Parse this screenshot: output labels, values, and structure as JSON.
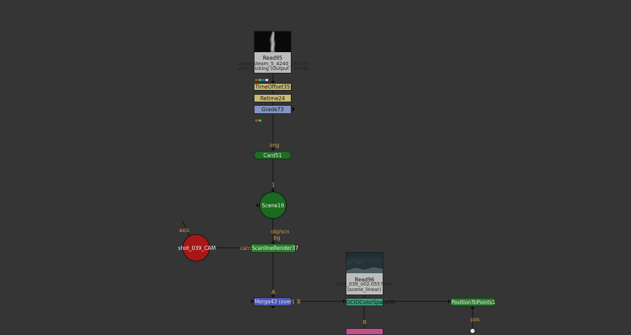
{
  "nodes": {
    "read95": {
      "name": "Read95",
      "file": "Large_Steam_5_4240_2K.mov",
      "colorspace": "color_picking (Output - sRGB)"
    },
    "timeoffset35": {
      "name": "TimeOffset35"
    },
    "retime24": {
      "name": "Retime24"
    },
    "grade73": {
      "name": "Grade73"
    },
    "card51": {
      "name": "Card51"
    },
    "scene19": {
      "name": "Scene19"
    },
    "scanlinerender37": {
      "name": "ScanlineRender37"
    },
    "camera": {
      "name": "shot_039_CAM"
    },
    "read96": {
      "name": "Read96",
      "file": "shot_039_v02.0557.exr",
      "colorspace": "(scene_linear)"
    },
    "merge43": {
      "name": "Merge43 (over)"
    },
    "ociocolorspace": {
      "name": "OCIOColorSpace50"
    },
    "positiontopoints1": {
      "name": "PositionToPoints1"
    }
  },
  "pipe_labels": {
    "img": "img",
    "one": "1",
    "obj_scn": "obj/scn",
    "bg": "bg",
    "axis": "axis",
    "cam": "cam",
    "a": "A",
    "b_merge": "B",
    "b_ocio": "B",
    "pos": "pos"
  },
  "colors": {
    "background": "#353535",
    "pipe": "#101010",
    "pipe_label": "#d6a24a",
    "time_node": "#c9ba73",
    "color_node": "#8195c2",
    "3d_node": "#1f6c25",
    "camera_node": "#a81616",
    "merge_node": "#4a58b5"
  }
}
